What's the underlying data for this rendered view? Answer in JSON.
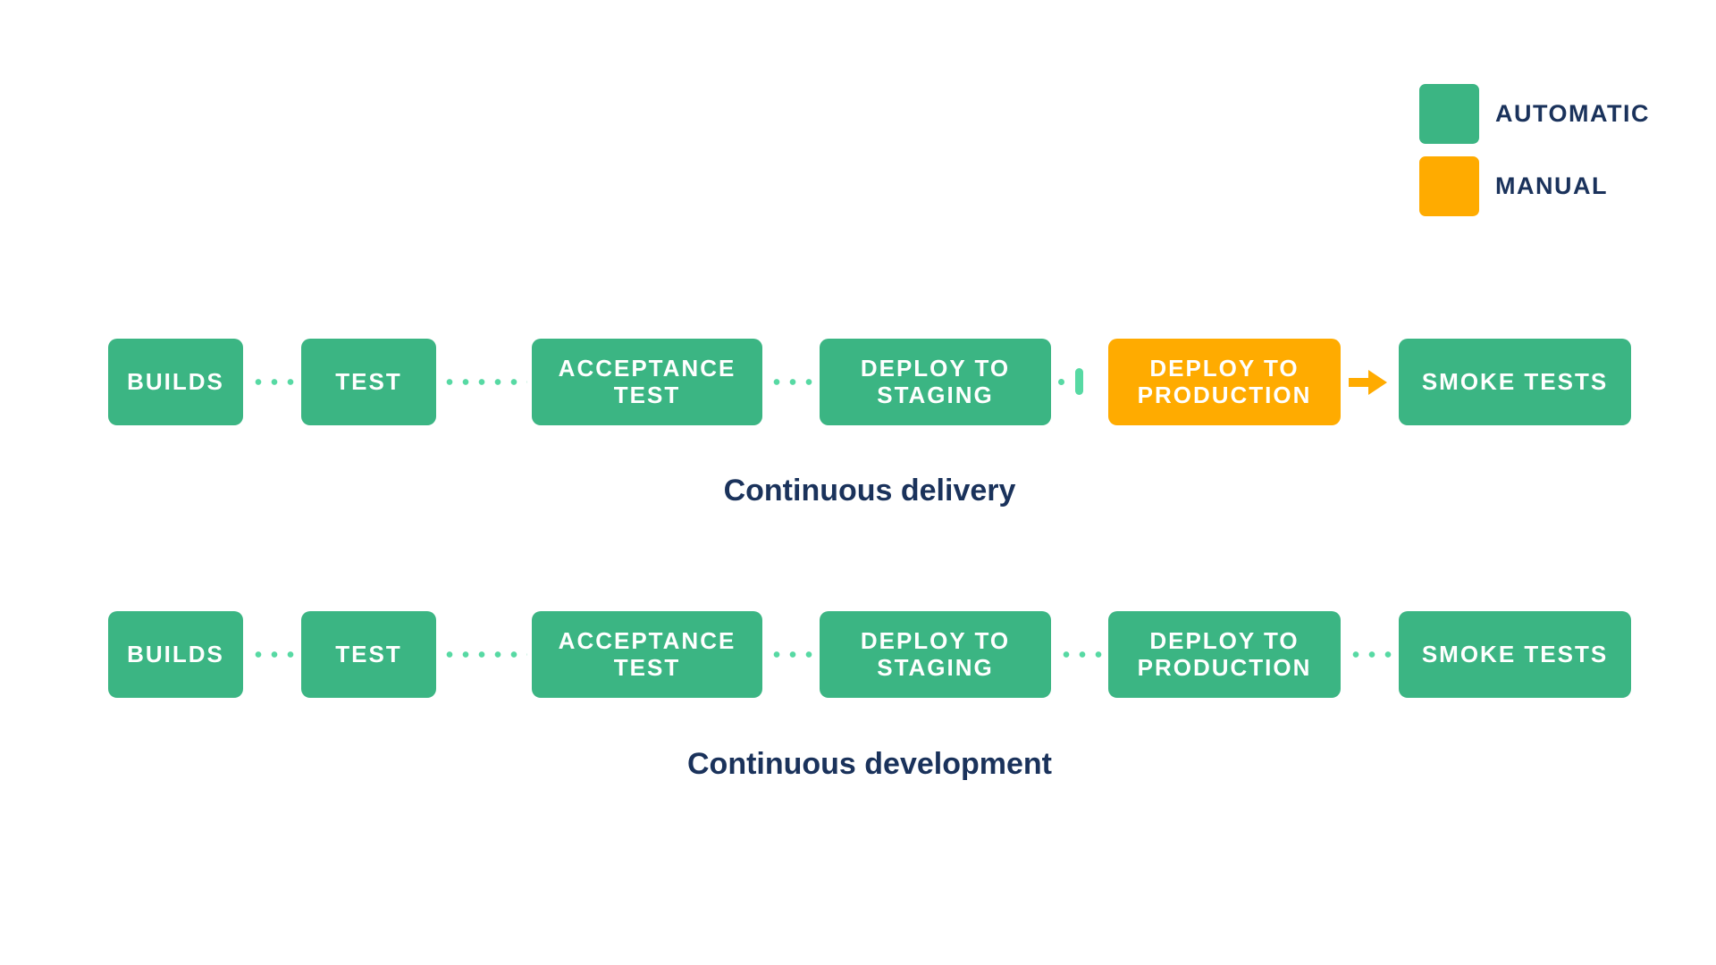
{
  "legend": {
    "items": [
      {
        "label": "AUTOMATIC",
        "type": "automatic",
        "color": "#3BB583"
      },
      {
        "label": "MANUAL",
        "type": "manual",
        "color": "#FFAB00"
      }
    ]
  },
  "pipelines": [
    {
      "caption": "Continuous delivery",
      "steps": [
        {
          "label": "BUILDS",
          "type": "automatic"
        },
        {
          "label": "TEST",
          "type": "automatic"
        },
        {
          "label": "ACCEPTANCE TEST",
          "type": "automatic"
        },
        {
          "label": "DEPLOY TO STAGING",
          "type": "automatic"
        },
        {
          "label": "DEPLOY TO PRODUCTION",
          "type": "manual"
        },
        {
          "label": "SMOKE TESTS",
          "type": "automatic"
        }
      ],
      "connectors": [
        "dotted",
        "dotted",
        "dotted",
        "pause",
        "manual-arrow"
      ]
    },
    {
      "caption": "Continuous development",
      "steps": [
        {
          "label": "BUILDS",
          "type": "automatic"
        },
        {
          "label": "TEST",
          "type": "automatic"
        },
        {
          "label": "ACCEPTANCE TEST",
          "type": "automatic"
        },
        {
          "label": "DEPLOY TO STAGING",
          "type": "automatic"
        },
        {
          "label": "DEPLOY TO PRODUCTION",
          "type": "automatic"
        },
        {
          "label": "SMOKE TESTS",
          "type": "automatic"
        }
      ],
      "connectors": [
        "dotted",
        "dotted",
        "dotted",
        "dotted",
        "dotted"
      ]
    }
  ],
  "colors": {
    "automatic": "#3BB583",
    "manual": "#FFAB00",
    "connector": "#57D9A3",
    "step-label": "#FFFFFF",
    "heading": "#1A325B",
    "background": "#FFFFFF"
  }
}
